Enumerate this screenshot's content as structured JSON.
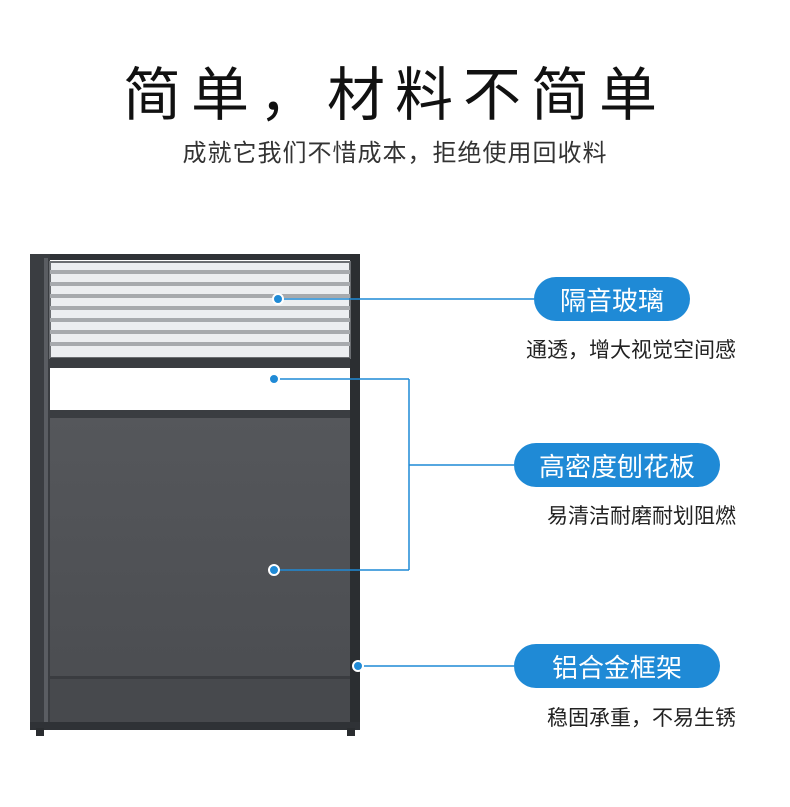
{
  "header": {
    "title": "简单，材料不简单",
    "subtitle": "成就它我们不惜成本，拒绝使用回收料"
  },
  "callouts": [
    {
      "title": "隔音玻璃",
      "desc": "通透，增大视觉空间感"
    },
    {
      "title": "高密度刨花板",
      "desc": "易清洁耐磨耐划阻燃"
    },
    {
      "title": "铝合金框架",
      "desc": "稳固承重，不易生锈"
    }
  ],
  "colors": {
    "accent": "#1f8ad6",
    "frame": "#3c3f43",
    "panel": "#505256",
    "glass": "#e9ebee"
  }
}
